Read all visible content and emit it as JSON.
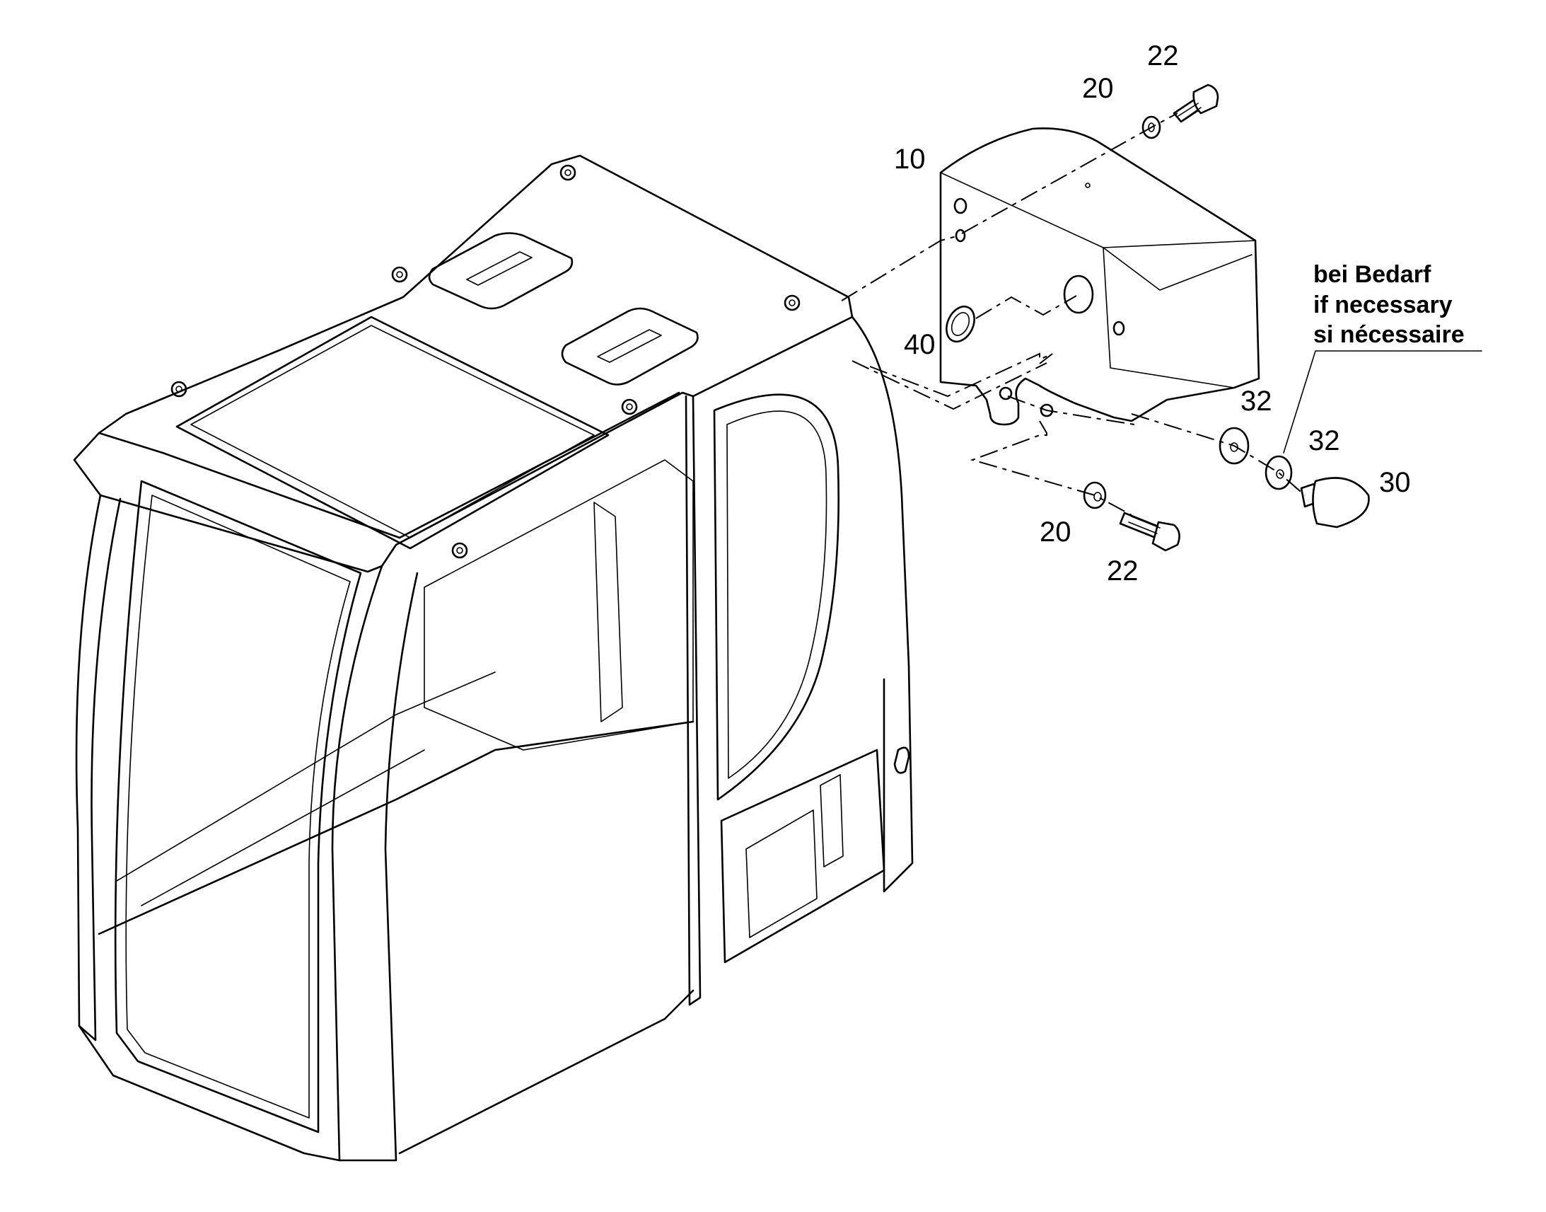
{
  "callouts": {
    "c10": "10",
    "c20_top": "20",
    "c22_top": "22",
    "c40": "40",
    "c32_a": "32",
    "c32_b": "32",
    "c30": "30",
    "c20_bottom": "20",
    "c22_bottom": "22"
  },
  "note": {
    "line1": "bei Bedarf",
    "line2": "if necessary",
    "line3": "si nécessaire"
  }
}
